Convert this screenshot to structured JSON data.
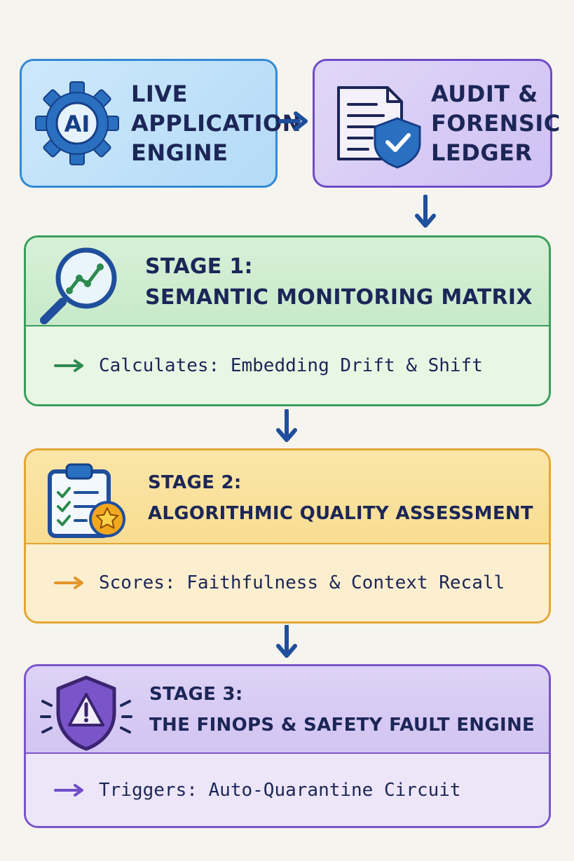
{
  "top": {
    "live_engine": {
      "title_lines": [
        "LIVE",
        "APPLICATION",
        "ENGINE"
      ],
      "icon_text": "AI",
      "icon": "ai-gear-icon"
    },
    "audit_ledger": {
      "title_lines": [
        "AUDIT &",
        "FORENSIC",
        "LEDGER"
      ],
      "icon": "document-shield-icon"
    }
  },
  "stages": [
    {
      "title_line1": "STAGE 1:",
      "title_line2": "SEMANTIC MONITORING MATRIX",
      "detail": "Calculates: Embedding Drift & Shift",
      "icon": "magnifier-chart-icon",
      "color": "#3a9e5b"
    },
    {
      "title_line1": "STAGE 2:",
      "title_line2": "ALGORITHMIC QUALITY ASSESSMENT",
      "detail": "Scores: Faithfulness & Context Recall",
      "icon": "clipboard-star-icon",
      "color": "#e3a634"
    },
    {
      "title_line1": "STAGE 3:",
      "title_line2": "THE FINOPS & SAFETY FAULT ENGINE",
      "detail": "Triggers: Auto-Quarantine Circuit",
      "icon": "warning-shield-icon",
      "color": "#7a55c9"
    }
  ],
  "colors": {
    "blue": "#3289d4",
    "purple": "#6f4cc9",
    "navy": "#1c2657",
    "background": "#f6f4ee"
  }
}
